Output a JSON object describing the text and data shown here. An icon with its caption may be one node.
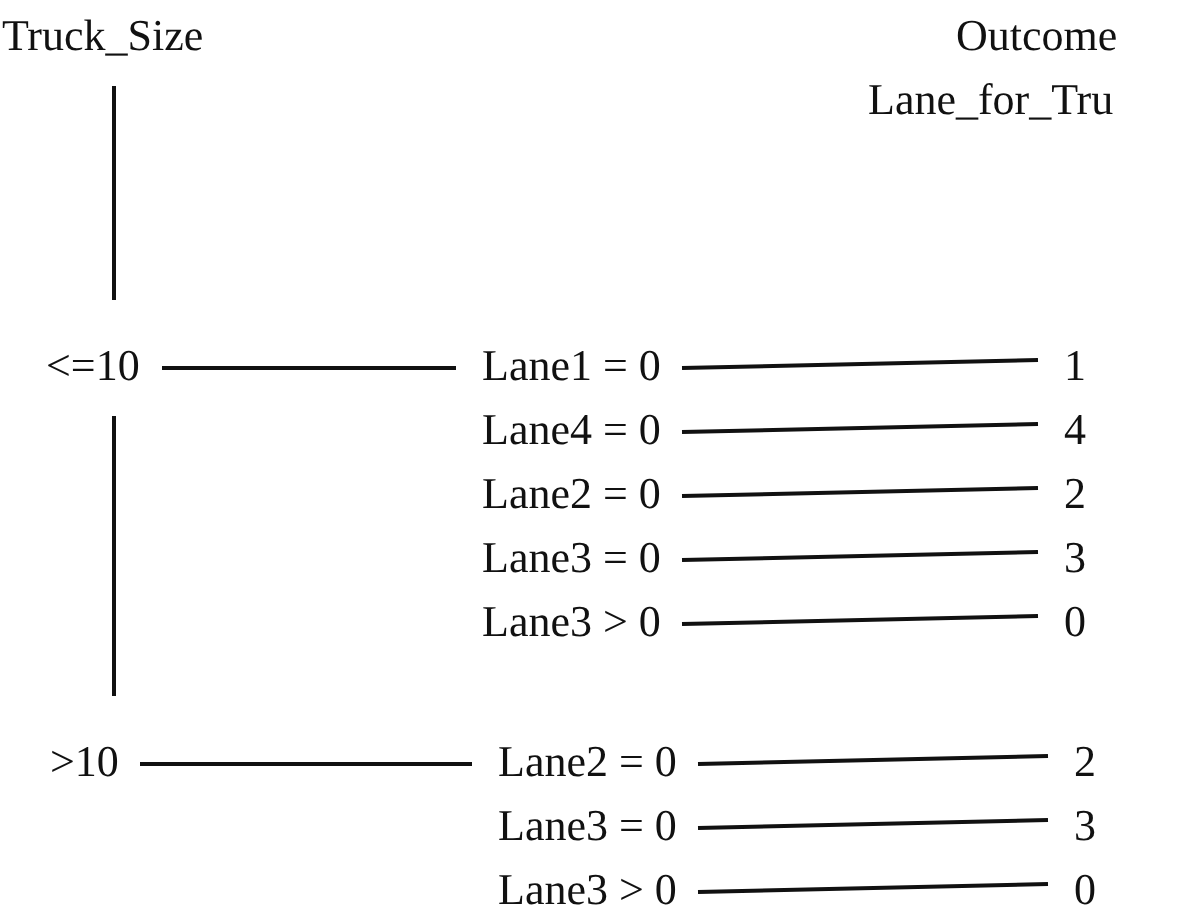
{
  "diagram": {
    "nodes": [
      {
        "text": [
          "Truck_Size"
        ]
      },
      {
        "text": [
          "<=10"
        ]
      },
      {
        "text": [
          ">10"
        ]
      },
      {
        "text": [
          "Lane1 = 0"
        ]
      },
      {
        "text": [
          "Lane4 = 0"
        ]
      },
      {
        "text": [
          "Lane2 = 0"
        ]
      },
      {
        "text": [
          "Lane3 = 0"
        ]
      },
      {
        "text": [
          "Lane3 > 0"
        ]
      },
      {
        "text": [
          "Lane2 = 0"
        ]
      },
      {
        "text": [
          "Lane3 = 0"
        ]
      },
      {
        "text": [
          "Lane3 > 0"
        ]
      },
      {
        "text": [
          "1"
        ]
      },
      {
        "text": [
          "4"
        ]
      },
      {
        "text": [
          "2"
        ]
      },
      {
        "text": [
          "3"
        ]
      },
      {
        "text": [
          "0"
        ]
      },
      {
        "text": [
          "2"
        ]
      },
      {
        "text": [
          "3"
        ]
      },
      {
        "text": [
          "0"
        ]
      }
    ],
    "edges": [
      {
        "from": 0,
        "to": 1,
        "arrow": "none"
      },
      {
        "from": 1,
        "to": 2,
        "arrow": "none"
      },
      {
        "from": 1,
        "to": 3,
        "arrow": "none"
      },
      {
        "from": 2,
        "to": 8,
        "arrow": "none"
      },
      {
        "from": 3,
        "to": 11,
        "arrow": "none"
      },
      {
        "from": 4,
        "to": 12,
        "arrow": "none"
      },
      {
        "from": 5,
        "to": 13,
        "arrow": "none"
      },
      {
        "from": 6,
        "to": 14,
        "arrow": "none"
      },
      {
        "from": 7,
        "to": 15,
        "arrow": "none"
      },
      {
        "from": 8,
        "to": 16,
        "arrow": "none"
      },
      {
        "from": 9,
        "to": 17,
        "arrow": "none"
      },
      {
        "from": 10,
        "to": 18,
        "arrow": "none"
      }
    ],
    "labels": [
      "Outcome",
      "Lane_for_Tru"
    ]
  }
}
